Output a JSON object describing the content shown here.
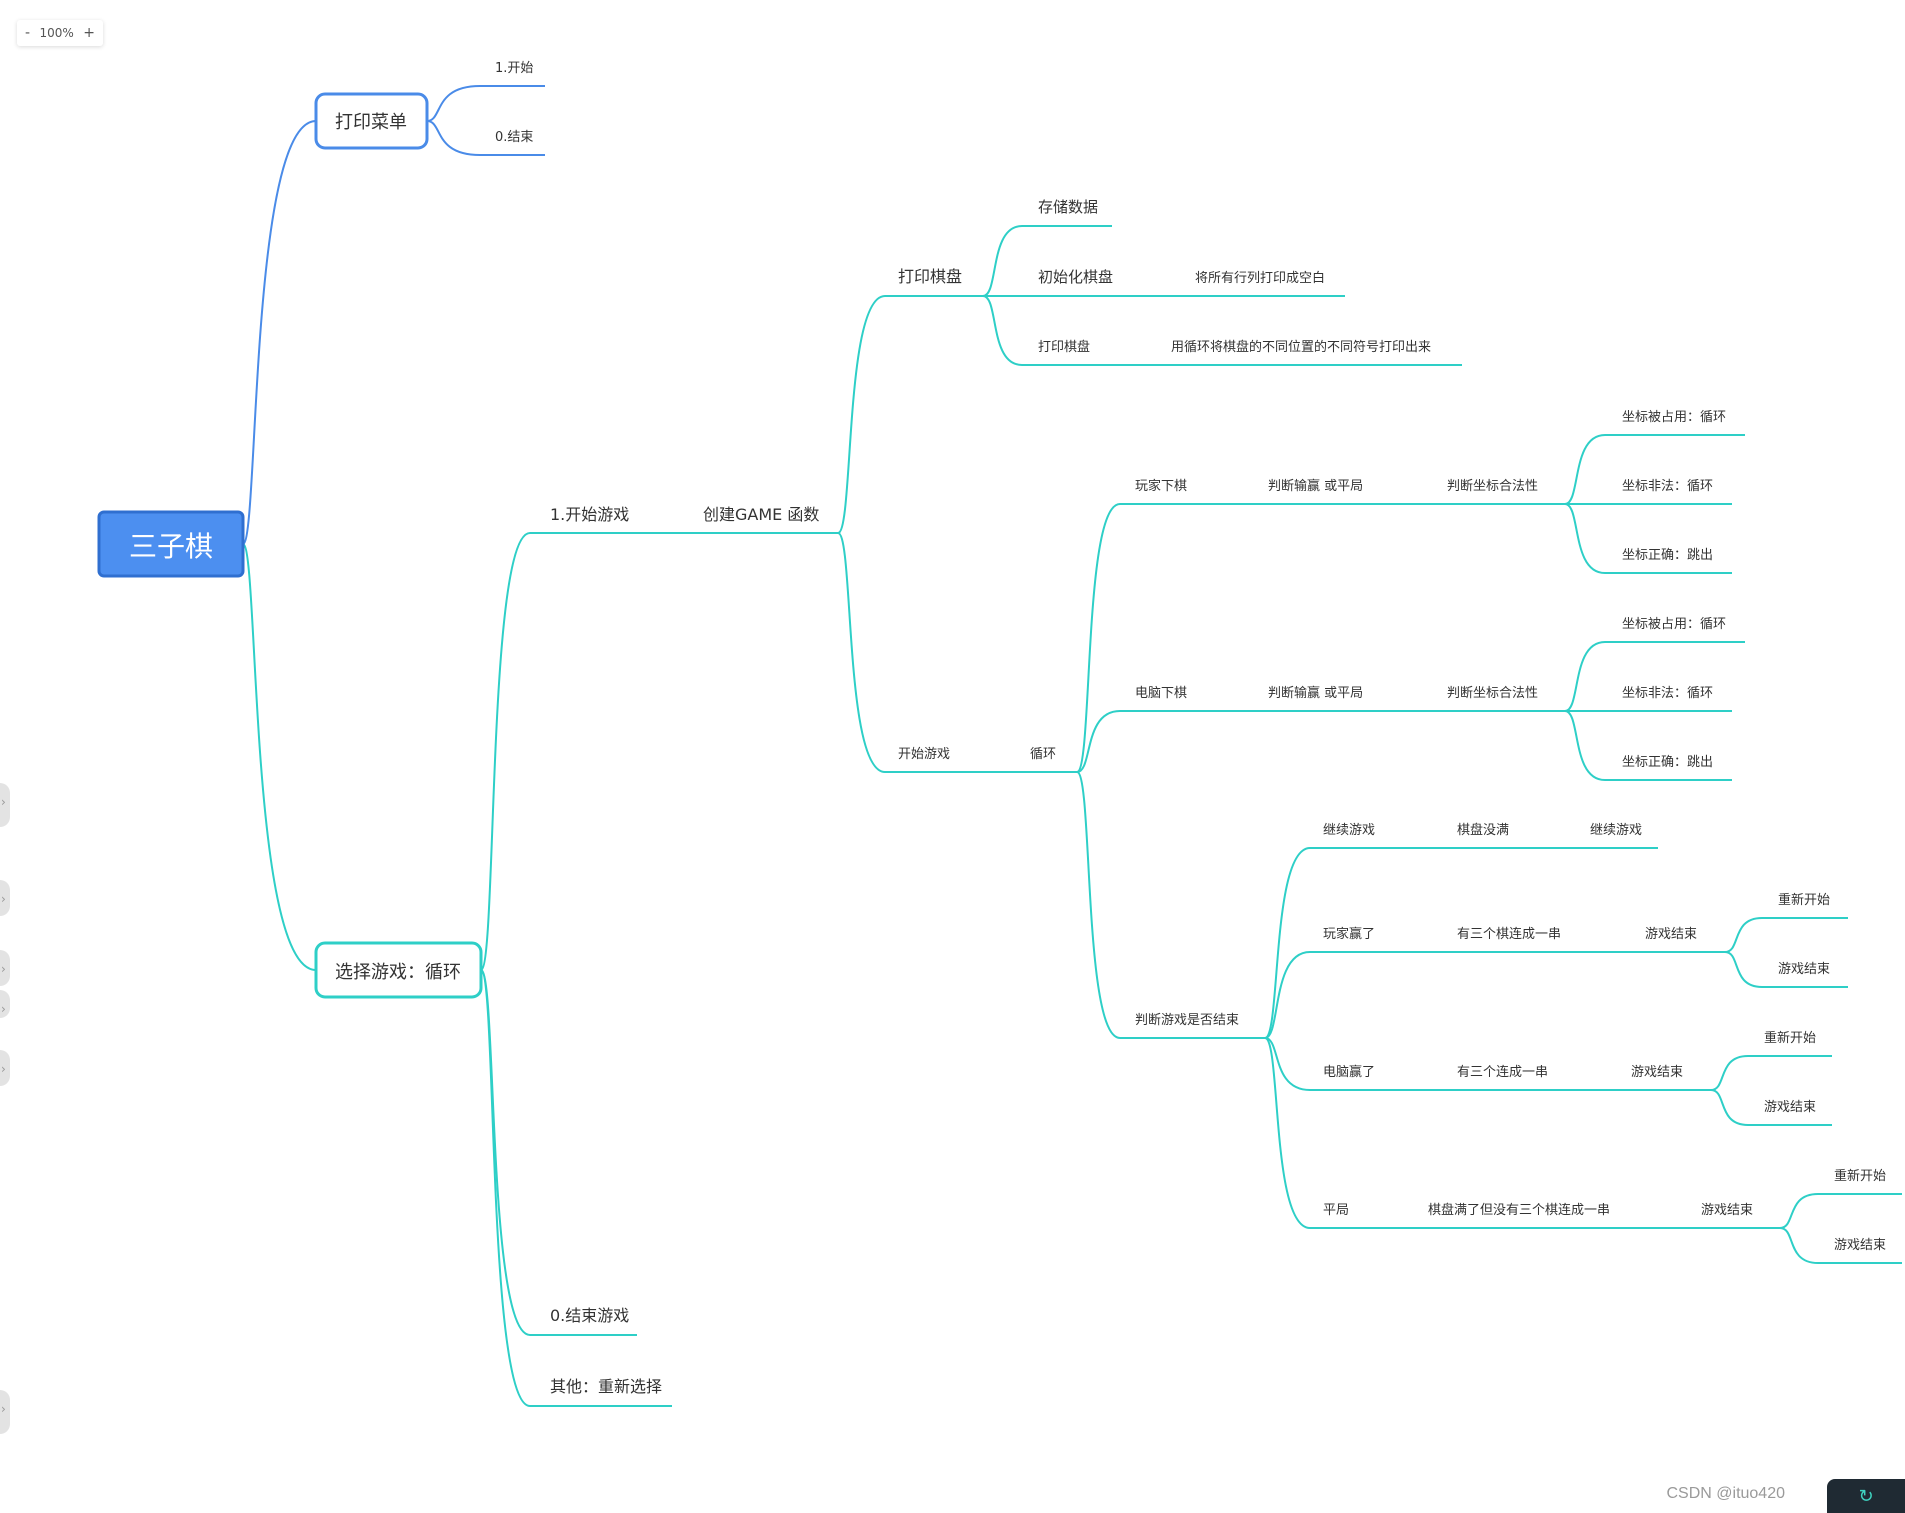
{
  "zoom": {
    "minus": "-",
    "level": "100%",
    "plus": "+"
  },
  "watermark": "CSDN @ituo420",
  "colors": {
    "root_fill": "#4c8ff0",
    "blue_line": "#4a8be8",
    "teal_line": "#2ecfc7"
  },
  "mindmap": {
    "root": "三子棋",
    "print_menu": {
      "label": "打印菜单",
      "children": [
        "1.开始",
        "0.结束"
      ]
    },
    "select_game": {
      "label": "选择游戏：循环"
    },
    "start_game_option": "1.开始游戏",
    "create_game": "创建GAME 函数",
    "print_board_branch": {
      "label": "打印棋盘",
      "store_data": "存储数据",
      "init_board": "初始化棋盘",
      "init_board_desc": "将所有行列打印成空白",
      "print_board": "打印棋盘",
      "print_board_desc": "用循环将棋盘的不同位置的不同符号打印出来"
    },
    "start_play": "开始游戏",
    "loop": "循环",
    "player_move": {
      "label": "玩家下棋",
      "judge": "判断输赢 或平局",
      "check": "判断坐标合法性",
      "cases": [
        "坐标被占用：循环",
        "坐标非法：循环",
        "坐标正确：跳出"
      ]
    },
    "computer_move": {
      "label": "电脑下棋",
      "judge": "判断输赢 或平局",
      "check": "判断坐标合法性",
      "cases": [
        "坐标被占用：循环",
        "坐标非法：循环",
        "坐标正确：跳出"
      ]
    },
    "judge_end": {
      "label": "判断游戏是否结束",
      "continue": {
        "label": "继续游戏",
        "cond": "棋盘没满",
        "result": "继续游戏"
      },
      "player_win": {
        "label": "玩家赢了",
        "cond": "有三个棋连成一串",
        "result": "游戏结束",
        "options": [
          "重新开始",
          "游戏结束"
        ]
      },
      "computer_win": {
        "label": "电脑赢了",
        "cond": "有三个连成一串",
        "result": "游戏结束",
        "options": [
          "重新开始",
          "游戏结束"
        ]
      },
      "draw": {
        "label": "平局",
        "cond": "棋盘满了但没有三个棋连成一串",
        "result": "游戏结束",
        "options": [
          "重新开始",
          "游戏结束"
        ]
      }
    },
    "end_game_option": "0.结束游戏",
    "other_option": "其他：重新选择"
  }
}
